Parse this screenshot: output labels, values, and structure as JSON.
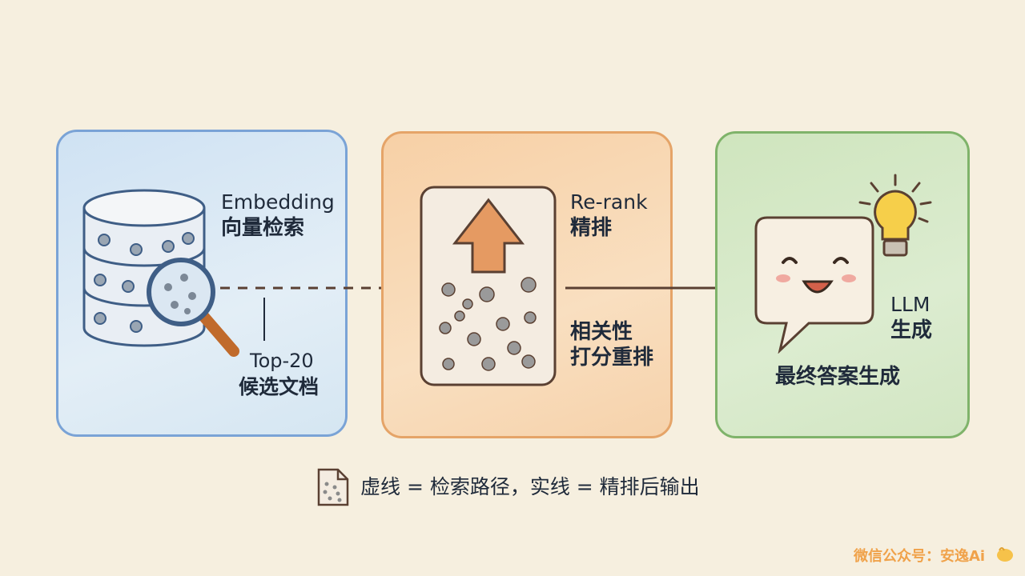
{
  "stages": {
    "retrieval": {
      "title_en": "Embedding",
      "title_zh": "向量检索",
      "output_top": "Top-20",
      "output_zh": "候选文档"
    },
    "rerank": {
      "title_en": "Re-rank",
      "title_zh": "精排",
      "desc_1": "相关性",
      "desc_2": "打分重排"
    },
    "generation": {
      "title_en": "LLM",
      "title_zh": "生成",
      "caption": "最终答案生成"
    }
  },
  "legend": {
    "text": "虚线 = 检索路径，实线 = 精排后输出"
  },
  "watermark": {
    "text": "微信公众号：安逸Ai"
  },
  "colors": {
    "blue": "#7aa3d6",
    "orange": "#e5a468",
    "green": "#7fb36a",
    "arrow": "#5a4032",
    "background": "#f6efdf"
  }
}
